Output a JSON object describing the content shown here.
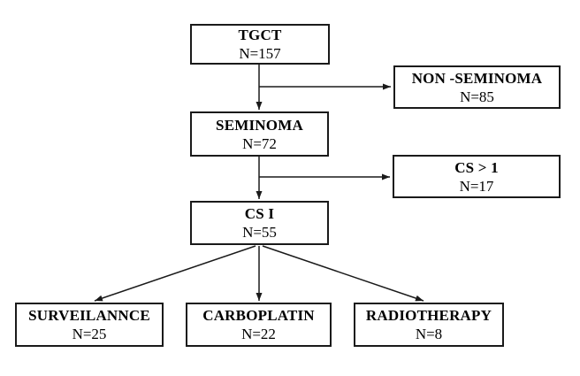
{
  "diagram": {
    "type": "flowchart",
    "colors": {
      "background": "#ffffff",
      "box_border": "#1a1a1a",
      "text": "#000000",
      "arrow": "#1a1a1a"
    },
    "nodes": [
      {
        "id": "tgct",
        "label": "TGCT",
        "count": "N=157"
      },
      {
        "id": "non-seminoma",
        "label": "NON -SEMINOMA",
        "count": "N=85"
      },
      {
        "id": "seminoma",
        "label": "SEMINOMA",
        "count": "N=72"
      },
      {
        "id": "cs-gt-1",
        "label": "CS > 1",
        "count": "N=17"
      },
      {
        "id": "cs-i",
        "label": "CS I",
        "count": "N=55"
      },
      {
        "id": "surveillance",
        "label": "SURVEILANNCE",
        "count": "N=25"
      },
      {
        "id": "carboplatin",
        "label": "CARBOPLATIN",
        "count": "N=22"
      },
      {
        "id": "radiotherapy",
        "label": "RADIOTHERAPY",
        "count": "N=8"
      }
    ],
    "edges": [
      {
        "from": "TGCT",
        "to": "SEMINOMA"
      },
      {
        "from": "TGCT",
        "to": "NON -SEMINOMA"
      },
      {
        "from": "SEMINOMA",
        "to": "CS I"
      },
      {
        "from": "SEMINOMA",
        "to": "CS > 1"
      },
      {
        "from": "CS I",
        "to": "SURVEILANNCE"
      },
      {
        "from": "CS I",
        "to": "CARBOPLATIN"
      },
      {
        "from": "CS I",
        "to": "RADIOTHERAPY"
      }
    ]
  }
}
